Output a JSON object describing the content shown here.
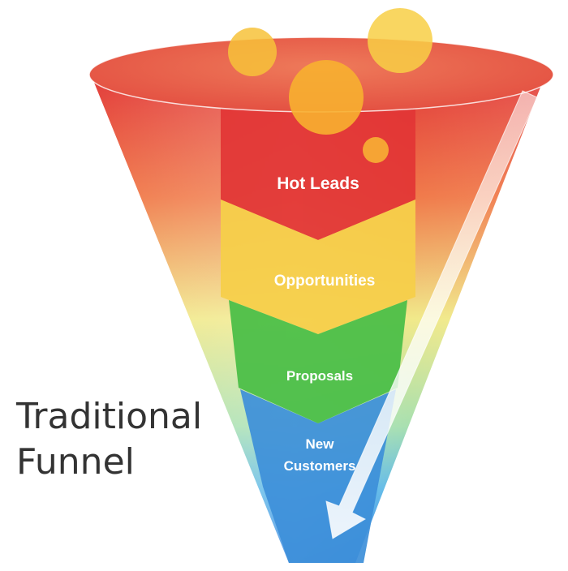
{
  "title": {
    "line1": "Traditional",
    "line2": "Funnel"
  },
  "stages": [
    {
      "label": "Hot Leads",
      "color": "#e03a3e"
    },
    {
      "label": "Opportunities",
      "color": "#f5c94a"
    },
    {
      "label": "Proposals",
      "color": "#4cc04d"
    },
    {
      "label": "New",
      "label2": "Customers",
      "color": "#3a90d8"
    }
  ],
  "colors": {
    "funnel_top": "#e8453c",
    "funnel_mid_orange": "#f08a4b",
    "funnel_mid_yellow": "#f3ec8a",
    "funnel_bottom": "#2f7fe0",
    "bubble": "#f7c23a",
    "arrow": "#ffffff"
  }
}
